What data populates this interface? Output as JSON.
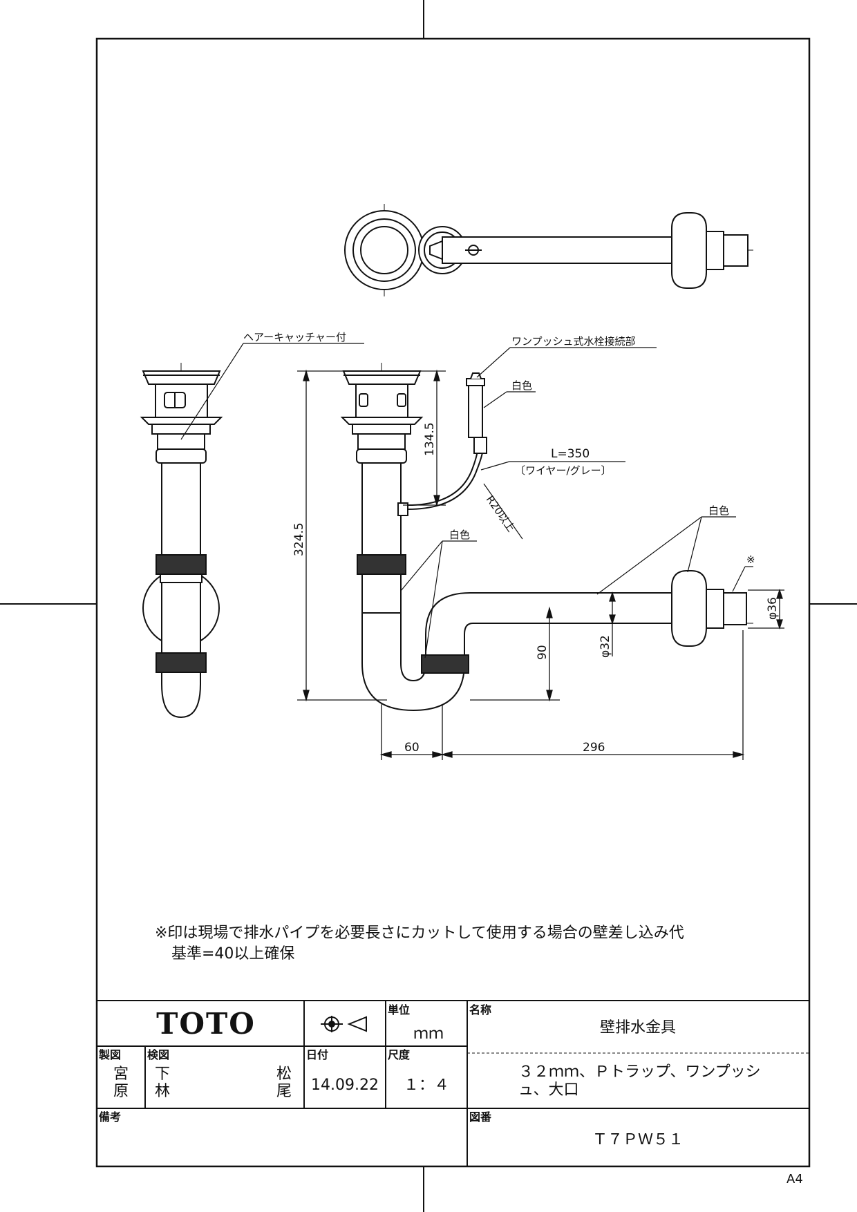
{
  "drawing": {
    "callouts": {
      "hair_catcher": "ヘアーキャッチャー付",
      "one_push": "ワンプッシュ式水栓接続部",
      "white_1": "白色",
      "wire_length": "L=350",
      "wire_desc": "〔ワイヤー/グレー〕",
      "white_2": "白色",
      "white_3": "白色",
      "radius": "R20以上",
      "asterisk": "※"
    },
    "dimensions": {
      "total_height": "324.5",
      "upper_height": "134.5",
      "trap_height": "90",
      "pipe_dia_32": "φ32",
      "pipe_dia_36": "φ36",
      "horiz_60": "60",
      "horiz_296": "296"
    },
    "note_line1": "※印は現場で排水パイプを必要長さにカットして使用する場合の壁差し込み代",
    "note_line2": "基準=40以上確保"
  },
  "title_block": {
    "brand": "TOTO",
    "unit_label": "単位",
    "unit_value": "ｍｍ",
    "name_label": "名称",
    "name_value": "壁排水金具",
    "drawn_label": "製図",
    "drawn_by_1": "宮",
    "drawn_by_2": "原",
    "checked_label": "検図",
    "checked_by_1": "下",
    "checked_by_2": "林",
    "checked_by_3": "松",
    "checked_by_4": "尾",
    "date_label": "日付",
    "date_value": "14.09.22",
    "scale_label": "尺度",
    "scale_value": "１：４",
    "spec_line1": "３２ｍｍ、Ｐトラップ、ワンプッシ",
    "spec_line2": "ュ、大口",
    "remarks_label": "備考",
    "drawing_no_label": "図番",
    "drawing_no": "Ｔ７ＰＷ５１",
    "paper_size": "A4"
  }
}
